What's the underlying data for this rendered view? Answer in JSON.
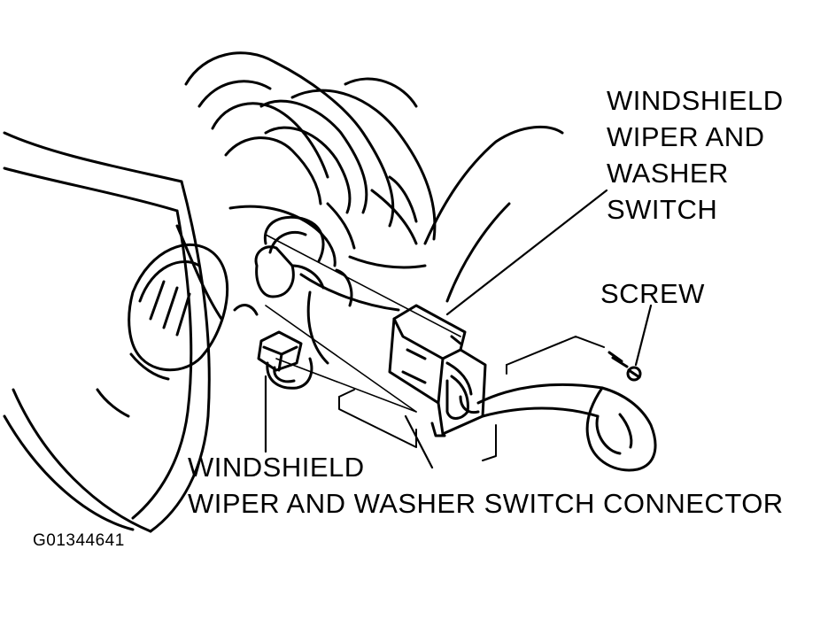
{
  "labels": {
    "wiper_switch": [
      "WINDSHIELD",
      "WIPER AND",
      "WASHER",
      "SWITCH"
    ],
    "screw": "SCREW",
    "connector": [
      "WINDSHIELD",
      "WIPER AND WASHER SWITCH CONNECTOR"
    ],
    "figure_id": "G01344641"
  },
  "colors": {
    "ink": "#000000",
    "paper": "#ffffff"
  }
}
